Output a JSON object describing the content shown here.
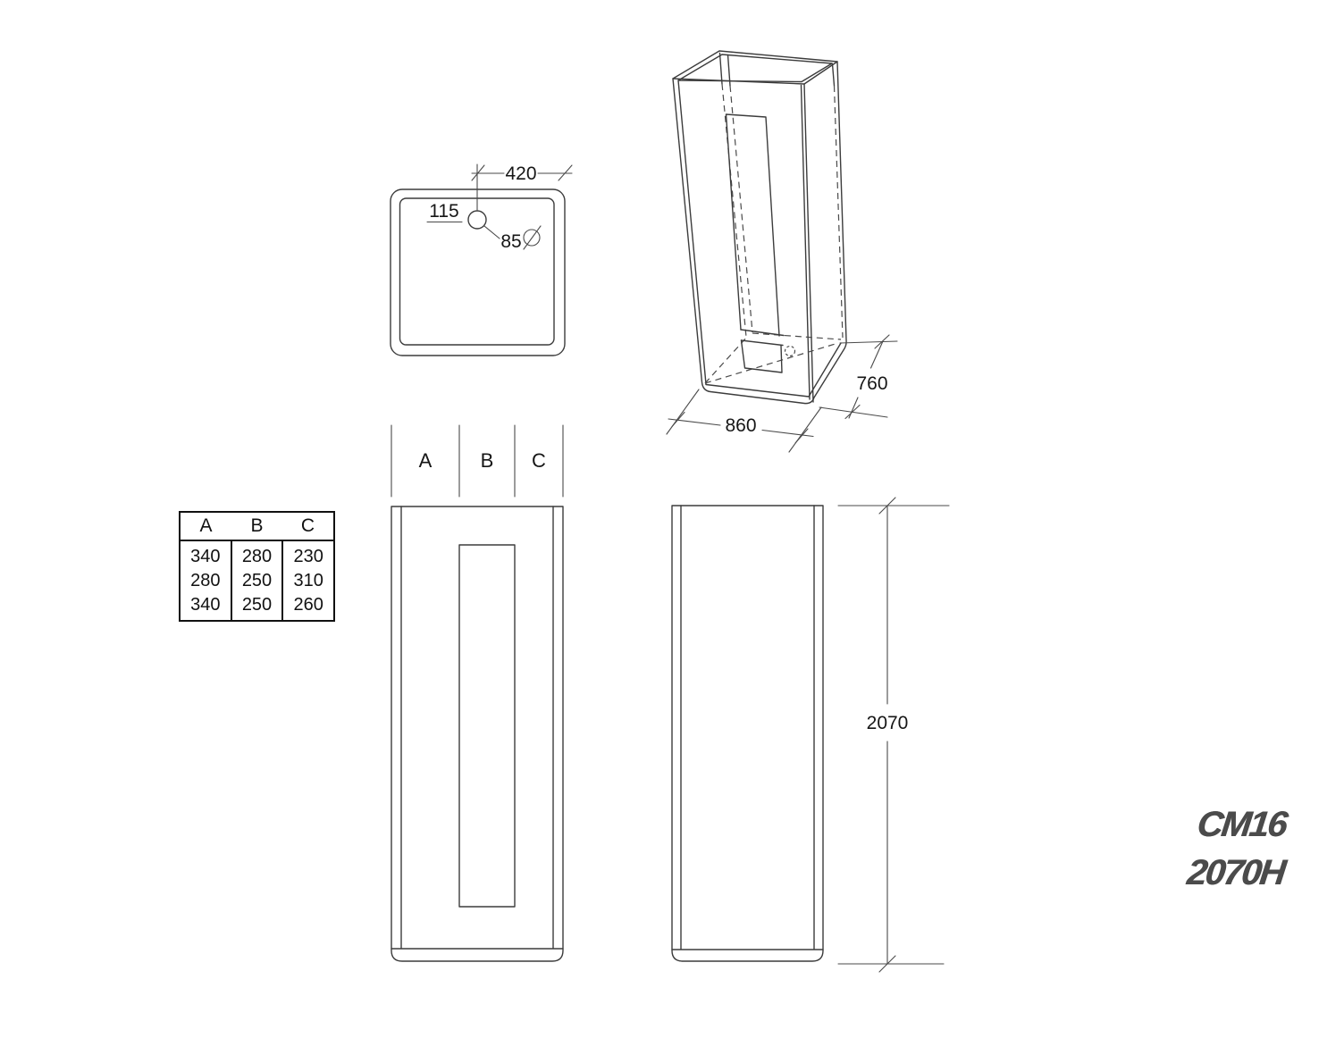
{
  "drawing": {
    "top_view": {
      "dim_width_to_hole": "420",
      "dim_hole_offset": "115",
      "dim_hole_diameter": "85"
    },
    "iso_view": {
      "dim_base_width": "860",
      "dim_base_depth": "760"
    },
    "front_view": {
      "section_labels": [
        "A",
        "B",
        "C"
      ]
    },
    "side_view": {
      "dim_height": "2070"
    },
    "size_table": {
      "headers": [
        "A",
        "B",
        "C"
      ],
      "rows": [
        [
          "340",
          "280",
          "230"
        ],
        [
          "280",
          "250",
          "310"
        ],
        [
          "340",
          "250",
          "260"
        ]
      ]
    },
    "logo": {
      "line1": "CM16",
      "line2": "2070H"
    }
  }
}
